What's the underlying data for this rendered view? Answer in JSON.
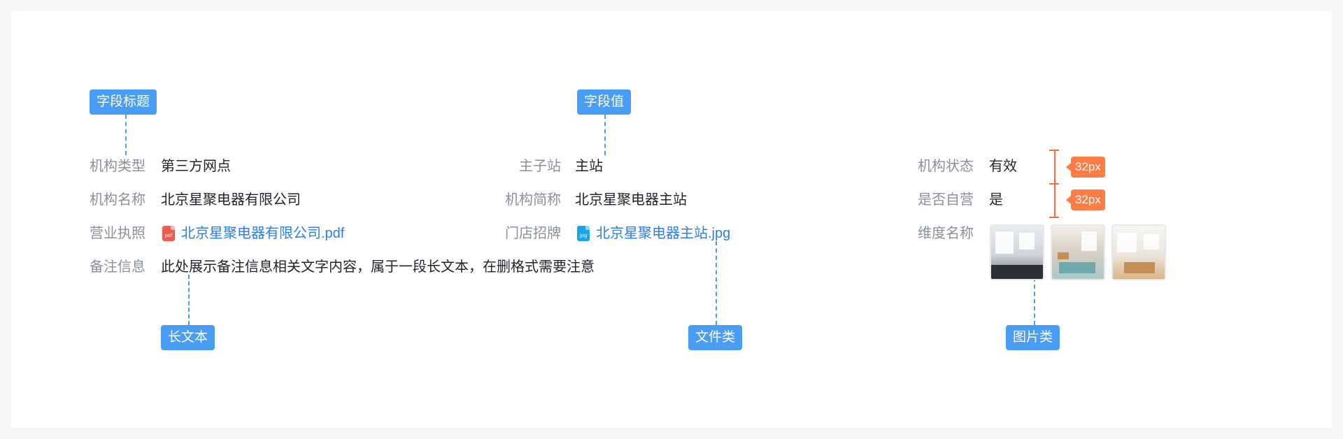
{
  "callouts": {
    "field_title": "字段标题",
    "field_value": "字段值",
    "long_text": "长文本",
    "file_type": "文件类",
    "image_type": "图片类"
  },
  "measure": {
    "row_height_1": "32px",
    "row_height_2": "32px"
  },
  "columns": {
    "col1": {
      "org_type": {
        "label": "机构类型",
        "value": "第三方网点"
      },
      "org_name": {
        "label": "机构名称",
        "value": "北京星聚电器有限公司"
      },
      "business_license": {
        "label": "营业执照",
        "file": "北京星聚电器有限公司.pdf",
        "file_icon": "pdf-file-icon"
      },
      "remark": {
        "label": "备注信息",
        "value": "此处展示备注信息相关文字内容，属于一段长文本，在删格式需要注意"
      }
    },
    "col2": {
      "main_site": {
        "label": "主子站",
        "value": "主站"
      },
      "org_short_name": {
        "label": "机构简称",
        "value": "北京星聚电器主站"
      },
      "store_sign": {
        "label": "门店招牌",
        "file": "北京星聚电器主站.jpg",
        "file_icon": "jpg-file-icon"
      }
    },
    "col3": {
      "org_status": {
        "label": "机构状态",
        "value": "有效"
      },
      "self_operated": {
        "label": "是否自营",
        "value": "是"
      },
      "dimension_name": {
        "label": "维度名称",
        "images": [
          "room-photo-1",
          "room-photo-2",
          "room-photo-3"
        ]
      }
    }
  },
  "colors": {
    "callout": "#4a9df5",
    "measure": "#ff7c45",
    "link": "#2b7de9",
    "label": "#8a8f99",
    "value": "#1f2329"
  }
}
